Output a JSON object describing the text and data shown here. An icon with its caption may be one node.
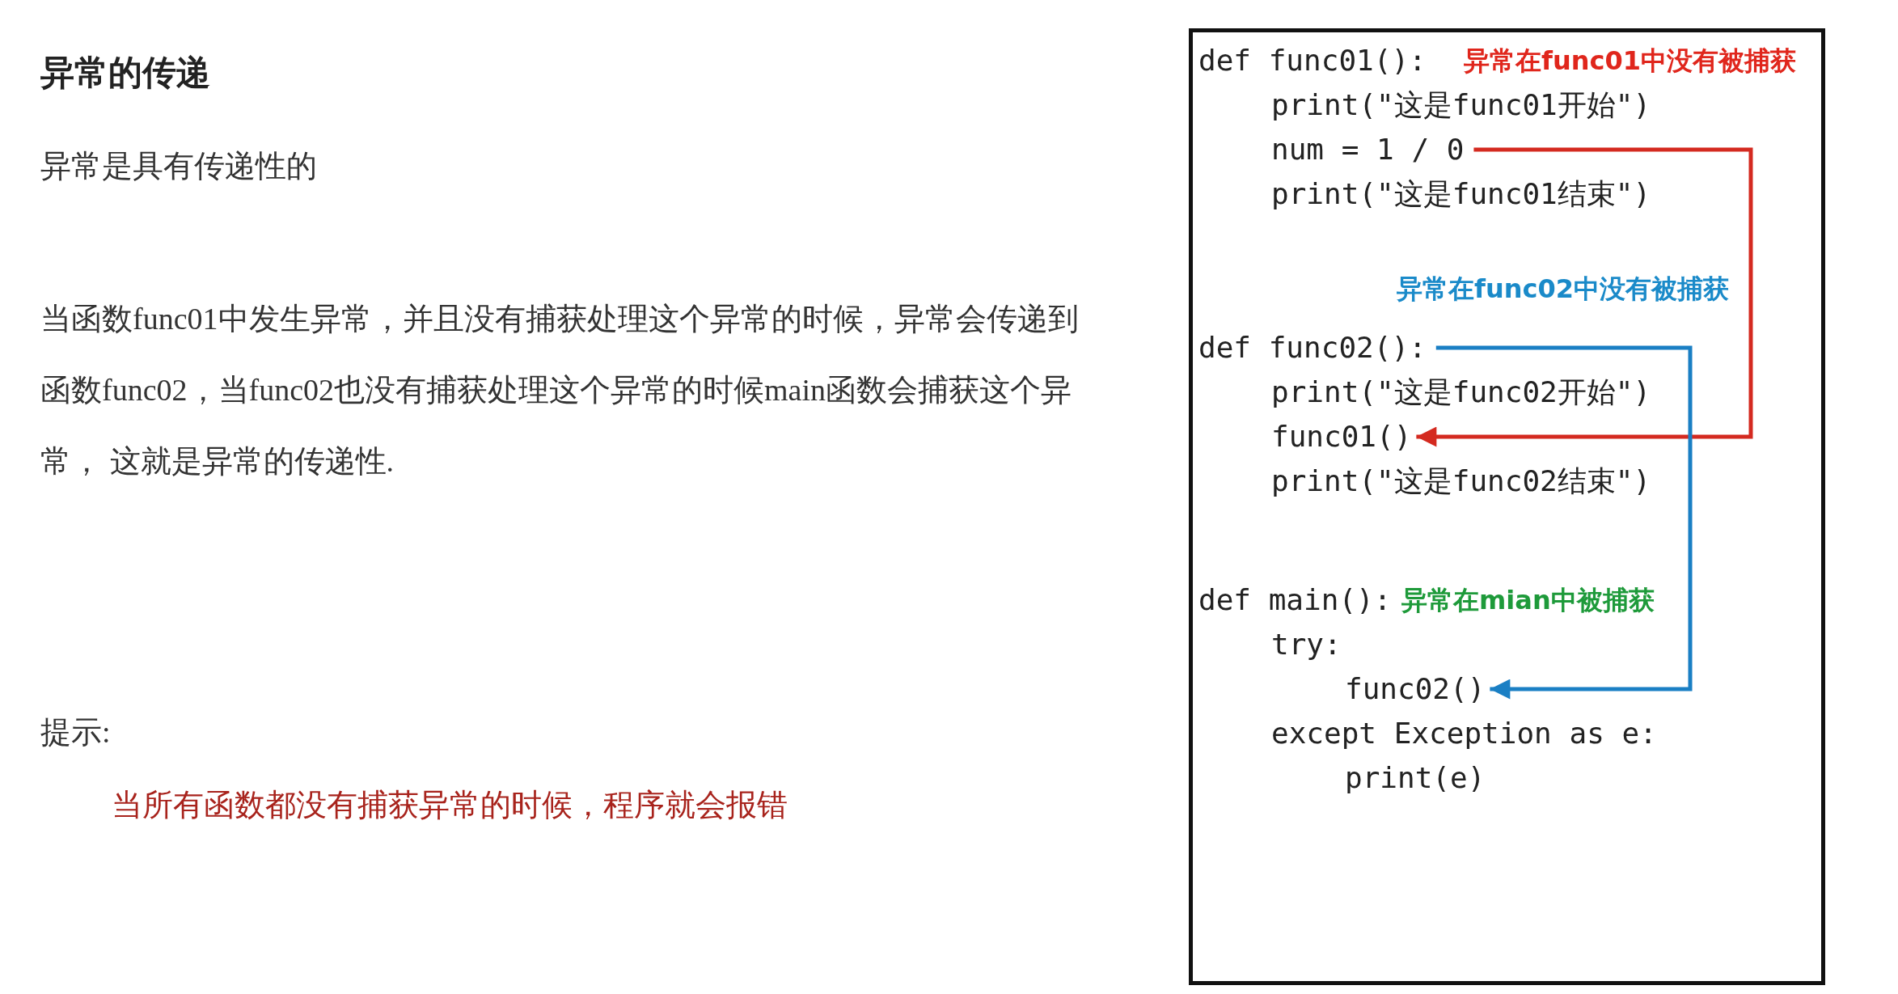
{
  "diagram": {
    "title": "异常的传递",
    "nodes": [
      {
        "text": [],
        "shape": "box"
      },
      {
        "text": [
          "num = 1 / 0"
        ],
        "in": 0
      },
      {
        "text": [
          "def func02():"
        ],
        "in": 0
      },
      {
        "text": [
          "func01()"
        ],
        "in": 0
      },
      {
        "text": [
          "func02()"
        ],
        "in": 0
      }
    ],
    "edges": [
      {
        "from": 1,
        "to": 3,
        "arrow": "to",
        "color": "#d42a20"
      },
      {
        "from": 2,
        "to": 4,
        "arrow": "to",
        "color": "#1a7fc4"
      }
    ],
    "labels": [
      "异常是具有传递性的",
      "当函数func01中发生异常，并且没有捕获处理这个异常的时候，异常会传递到函数func02，当func02也没有捕获处理这个异常的时候main函数会捕获这个异常，  这就是异常的传递性.",
      "提示:",
      "当所有函数都没有捕获异常的时候，程序就会报错",
      "def func01():",
      "异常在func01中没有被捕获",
      "print(\"这是func01开始\")",
      "print(\"这是func01结束\")",
      "异常在func02中没有被捕获",
      "print(\"这是func02开始\")",
      "print(\"这是func02结束\")",
      "def main():",
      "异常在mian中被捕获",
      "try:",
      "except Exception as e:",
      "print(e)"
    ]
  }
}
